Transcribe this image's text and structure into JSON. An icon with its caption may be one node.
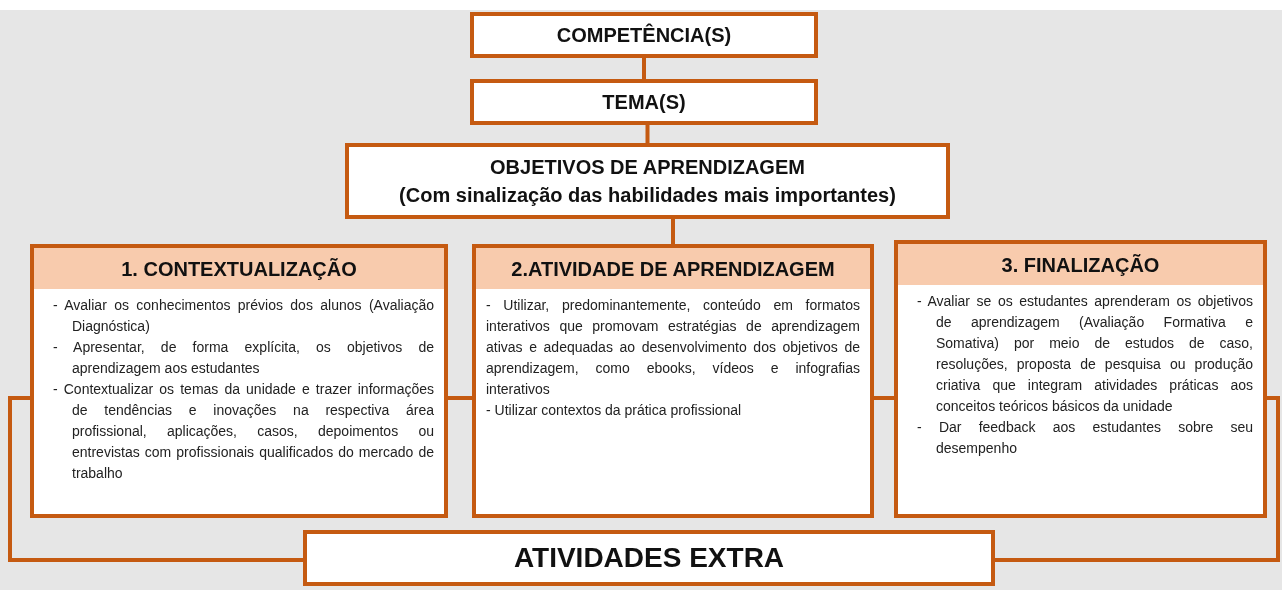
{
  "diagram": {
    "nodes": [
      {
        "text": [
          "COMPETÊNCIA(S)"
        ]
      },
      {
        "text": [
          "TEMA(S)"
        ]
      },
      {
        "text": [
          "OBJETIVOS DE APRENDIZAGEM",
          "(Com sinalização das habilidades mais importantes)"
        ]
      },
      {
        "text": [
          "1. CONTEXTUALIZAÇÃO",
          "- Avaliar os conhecimentos prévios dos alunos (Avaliação Diagnóstica)",
          "- Apresentar, de forma explícita, os objetivos de aprendizagem aos estudantes",
          "- Contextualizar os temas da unidade e trazer informações de tendências e inovações na respectiva área profissional, aplicações, casos, depoimentos ou entrevistas com profissionais qualificados do mercado de trabalho"
        ]
      },
      {
        "text": [
          "2.ATIVIDADE DE APRENDIZAGEM",
          "- Utilizar, predominantemente, conteúdo em formatos interativos que promovam estratégias de aprendizagem ativas e adequadas ao desenvolvimento dos objetivos de aprendizagem, como ebooks, vídeos e infografias interativos",
          "- Utilizar contextos da prática profissional"
        ]
      },
      {
        "text": [
          "3. FINALIZAÇÃO",
          "- Avaliar se os estudantes aprenderam os objetivos de aprendizagem (Avaliação Formativa e Somativa) por meio de estudos de caso, resoluções, proposta de pesquisa ou produção criativa que integram atividades práticas aos conceitos teóricos básicos da unidade",
          "- Dar feedback aos estudantes sobre seu desempenho"
        ]
      },
      {
        "text": [
          "ATIVIDADES EXTRA"
        ]
      }
    ],
    "edges": [
      {
        "from": 0,
        "to": 1,
        "arrow": "none"
      },
      {
        "from": 1,
        "to": 2,
        "arrow": "none"
      },
      {
        "from": 2,
        "to": 4,
        "arrow": "none"
      },
      {
        "from": 3,
        "to": 4,
        "arrow": "none"
      },
      {
        "from": 4,
        "to": 5,
        "arrow": "none"
      },
      {
        "from": 3,
        "to": 6,
        "arrow": "none"
      },
      {
        "from": 5,
        "to": 6,
        "arrow": "none"
      }
    ]
  }
}
